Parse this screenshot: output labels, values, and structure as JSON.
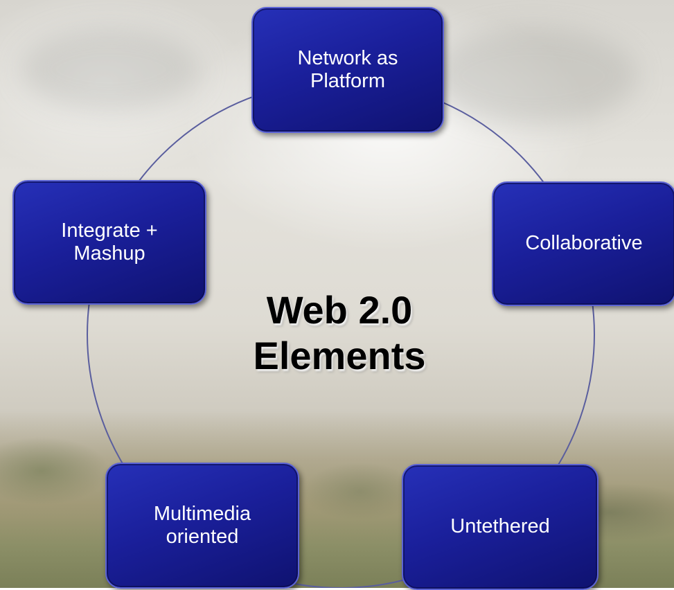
{
  "center_title": "Web 2.0\nElements",
  "nodes": [
    {
      "label": "Network as\nPlatform"
    },
    {
      "label": "Collaborative"
    },
    {
      "label": "Untethered"
    },
    {
      "label": "Multimedia\noriented"
    },
    {
      "label": "Integrate +\nMashup"
    }
  ],
  "colors": {
    "node_fill": "#1a1f9a",
    "node_border": "#5b63d6",
    "ring": "#5a5e9e",
    "title_text": "#000000"
  }
}
